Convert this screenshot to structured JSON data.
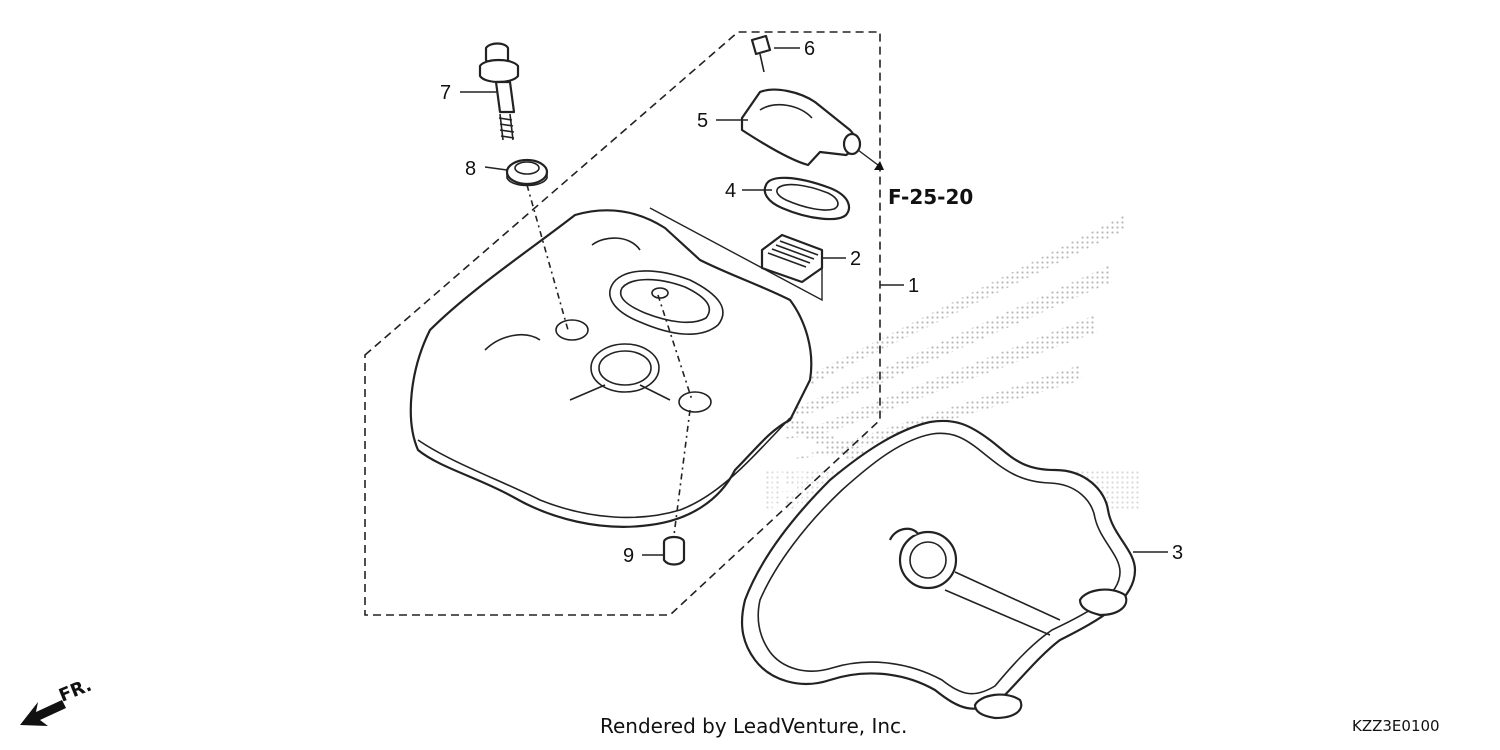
{
  "diagram": {
    "reference_code": "F-25-20",
    "credit": "Rendered by LeadVenture, Inc.",
    "figure_code": "KZZ3E0100",
    "front_marker": "FR.",
    "watermark_text": "HONDA",
    "callouts": [
      "1",
      "2",
      "3",
      "4",
      "5",
      "6",
      "7",
      "8",
      "9"
    ]
  },
  "colors": {
    "line": "#222222",
    "watermark": "#b8b8b8",
    "background": "#ffffff"
  }
}
